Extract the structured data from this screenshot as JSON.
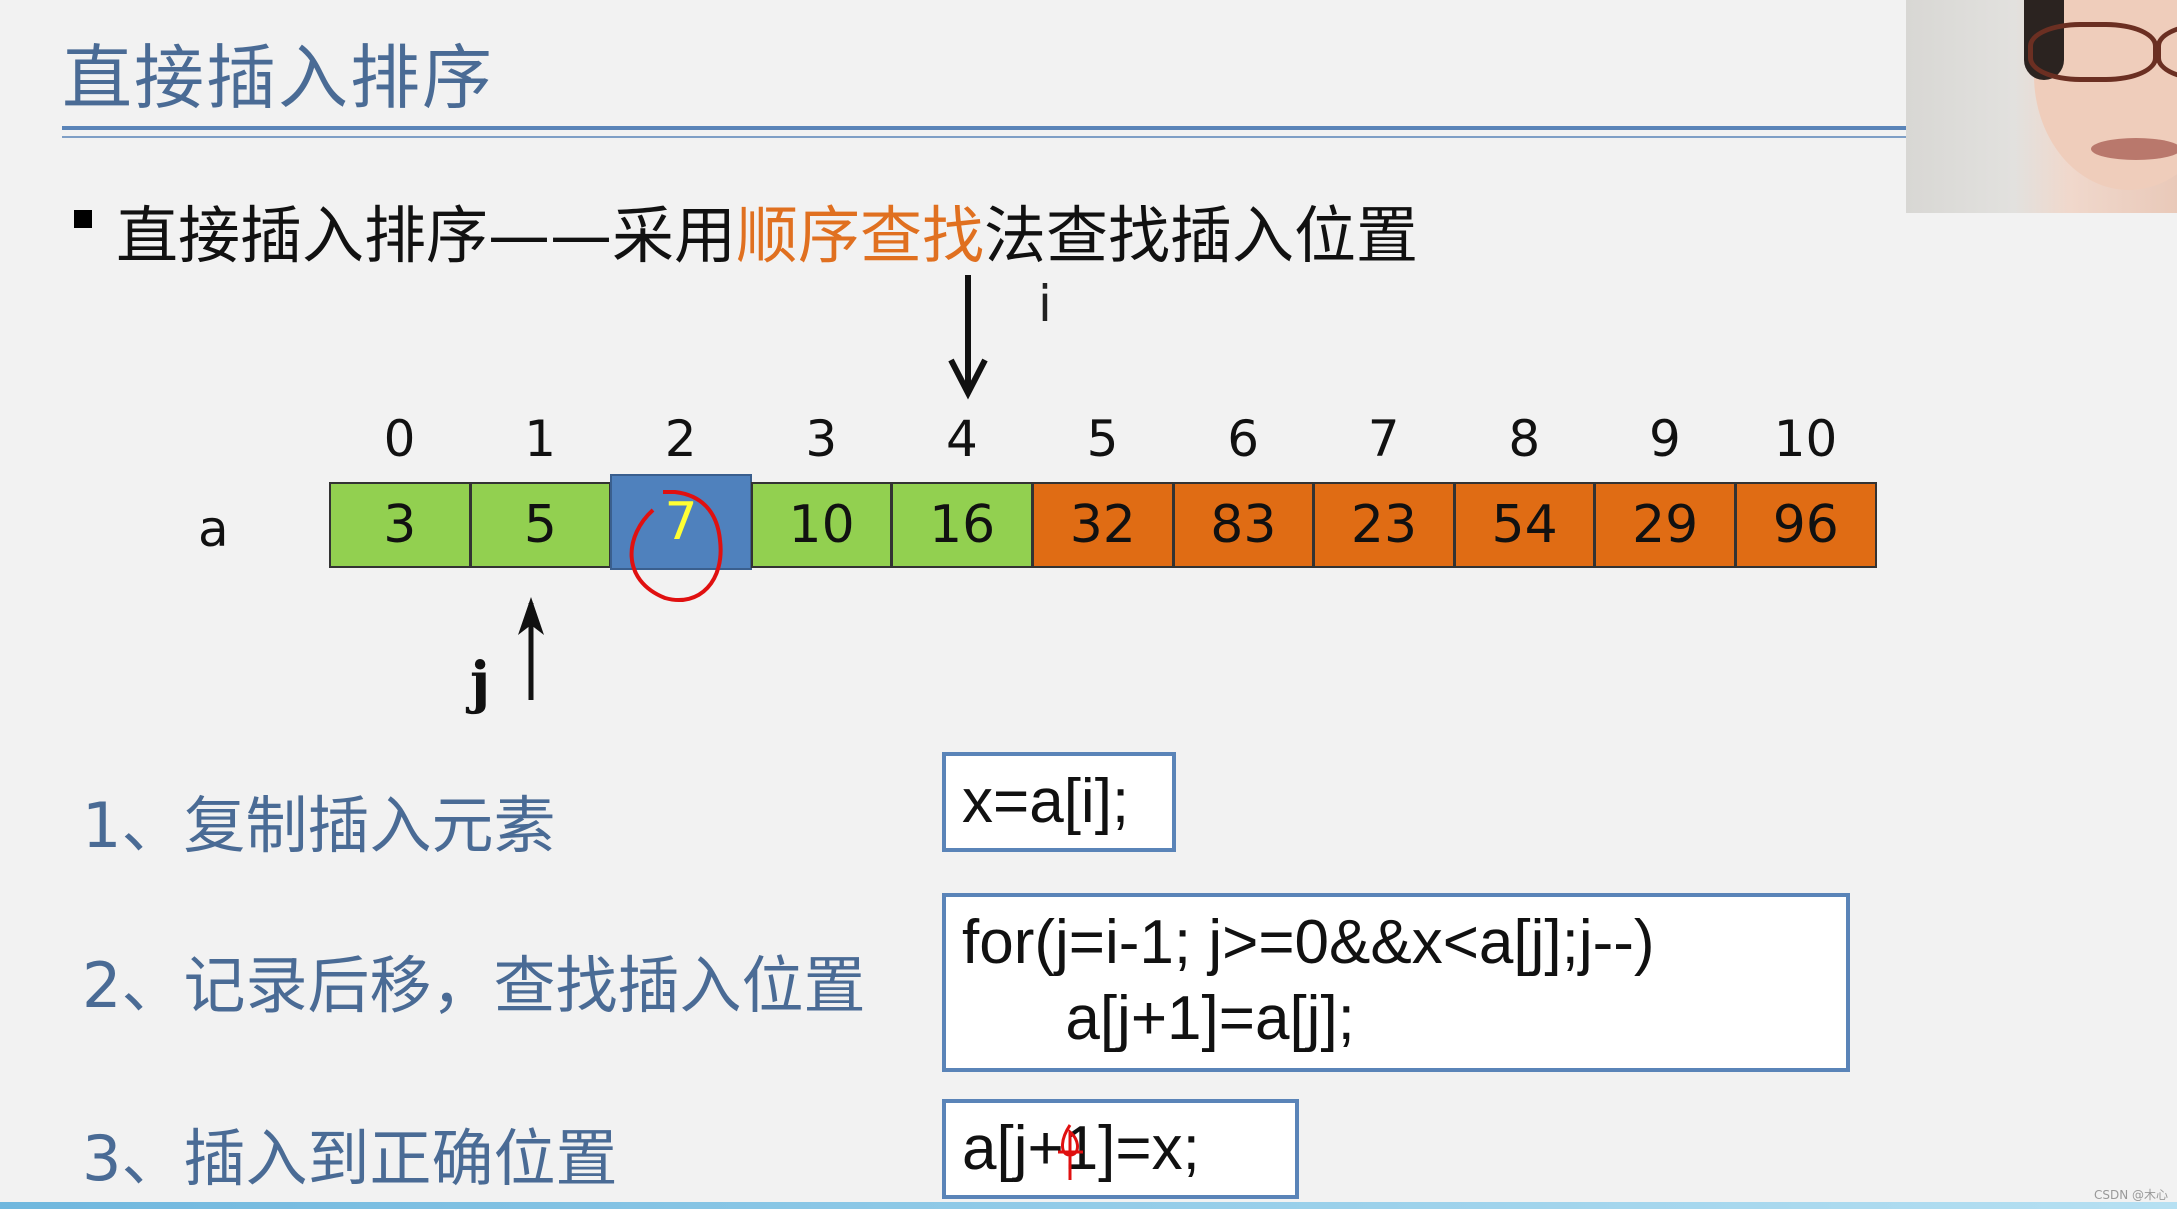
{
  "slide": {
    "title": "直接插入排序",
    "subtitle": {
      "prefix": "直接插入排序——采用",
      "highlight": "顺序查找",
      "suffix": "法查找插入位置"
    },
    "pointer_i": "i",
    "pointer_j": "j",
    "array_label": "a",
    "indices": [
      "0",
      "1",
      "2",
      "3",
      "4",
      "5",
      "6",
      "7",
      "8",
      "9",
      "10"
    ],
    "values": [
      "3",
      "5",
      "7",
      "10",
      "16",
      "32",
      "83",
      "23",
      "54",
      "29",
      "96"
    ],
    "cell_states": [
      "sorted",
      "sorted",
      "current",
      "sorted",
      "sorted",
      "unsorted",
      "unsorted",
      "unsorted",
      "unsorted",
      "unsorted",
      "unsorted"
    ],
    "colors": {
      "sorted": "#92d050",
      "unsorted": "#e06c14",
      "current": "#4f81bd",
      "current_text": "#ffff33",
      "title": "#4a6b95",
      "highlight": "#e07020",
      "annotation": "#e01010"
    },
    "steps": [
      {
        "label": "1、复制插入元素",
        "code": "x=a[i];"
      },
      {
        "label": "2、记录后移，查找插入位置",
        "code": "for(j=i-1; j>=0&&x<a[j];j--)\n      a[j+1]=a[j];"
      },
      {
        "label": "3、插入到正确位置",
        "code": "a[j+1]=x;"
      }
    ]
  },
  "webcam": {
    "icon": "presenter-video"
  },
  "watermark": "CSDN @木心"
}
